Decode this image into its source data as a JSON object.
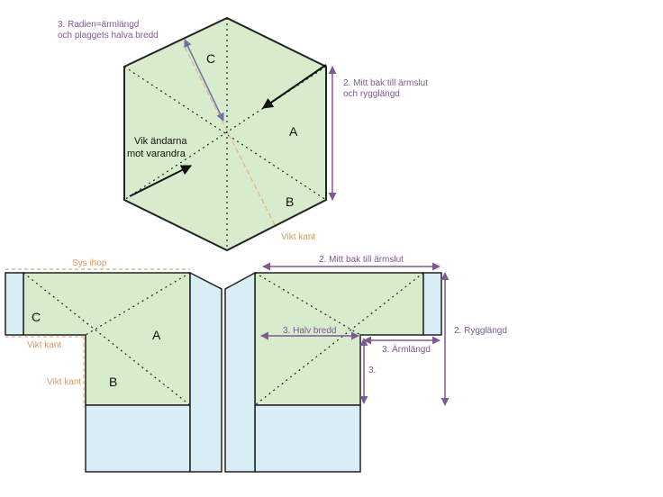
{
  "colors": {
    "panel_green": "#d7eccc",
    "band_blue": "#d9edf5",
    "purple": "#7e5a92",
    "arrow_blue": "#6e6eaa",
    "orange": "#e8b486",
    "olive_seam": "#b9b78a",
    "text_orange": "#d49a63"
  },
  "hexagon": {
    "label_radius": "3. Radien=ärmlängd",
    "label_radius_2": "och plaggets halva bredd",
    "label_side": "2. Mitt bak till ärmslut",
    "label_side_2": "och rygglängd",
    "label_fold": "Vik ändarna",
    "label_fold_2": "mot varandra",
    "label_fold_edge": "Vikt kant",
    "section_a": "A",
    "section_b": "B",
    "section_c": "C"
  },
  "left_garment": {
    "label_seam": "Sys ihop",
    "label_fold_edge_1": "Vikt kant",
    "label_fold_edge_2": "Vikt kant",
    "section_a": "A",
    "section_b": "B",
    "section_c": "C"
  },
  "right_garment": {
    "label_top": "2. Mitt bak till ärmslut",
    "label_half_width": "3. Halv bredd",
    "label_sleeve": "3. Ärmlängd",
    "label_back_length": "2. Rygglängd",
    "label_three": "3."
  }
}
